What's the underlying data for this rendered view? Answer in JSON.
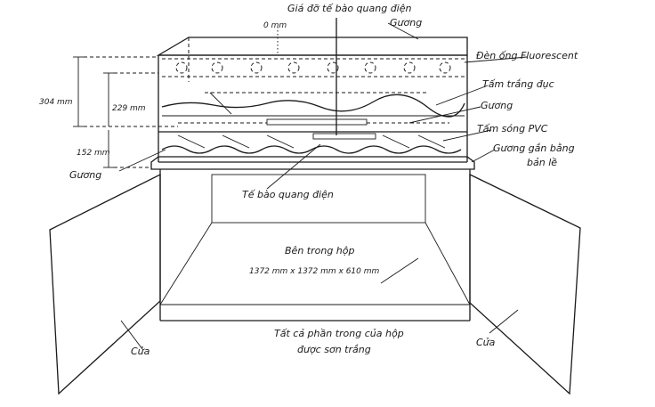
{
  "labels": {
    "holder": "Giá đỡ tế bào quang điện",
    "mirror_top": "Gương",
    "zero_mm": "0 mm",
    "fluorescent": "Đèn ống Fluorescent",
    "white_sheet": "Tấm trắng đục",
    "mirror_right": "Gương",
    "pvc": "Tấm sóng PVC",
    "hinged_mirror_1": "Gương gắn bằng",
    "hinged_mirror_2": "bản lề",
    "dim_304": "304 mm",
    "dim_229": "229 mm",
    "dim_152": "152 mm",
    "mirror_left": "Gương",
    "photocell": "Tế bào quang điện",
    "inside_box": "Bên trong hộp",
    "box_dims": "1372 mm x 1372 mm x 610 mm",
    "painted_1": "Tất cả phần trong của hộp",
    "painted_2": "được sơn trắng",
    "door_left": "Cửa",
    "door_right": "Cửa"
  }
}
